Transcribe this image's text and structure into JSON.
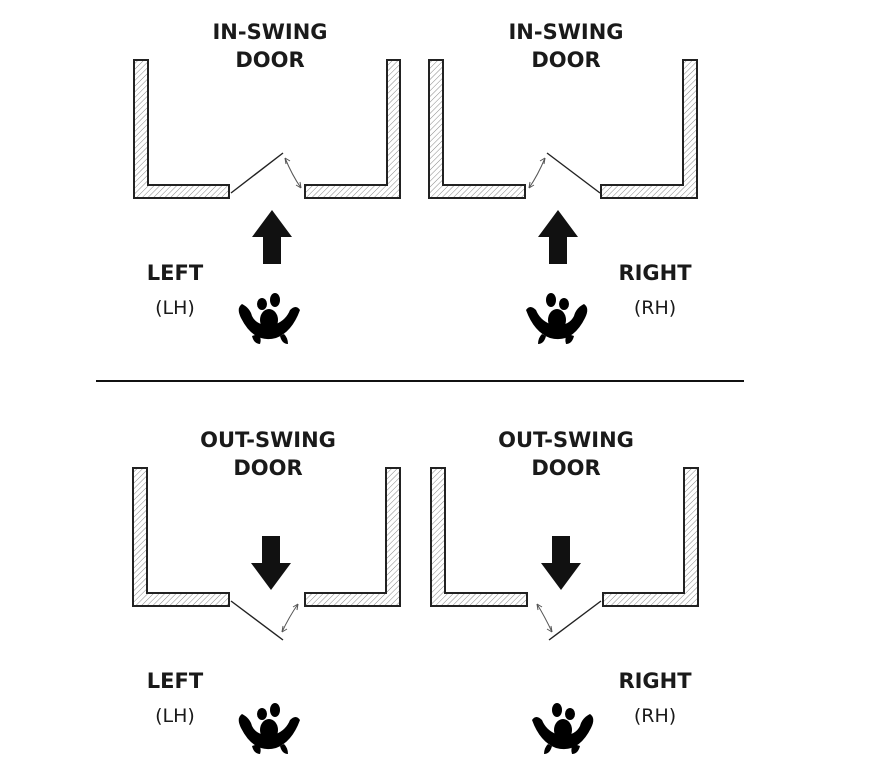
{
  "panels": {
    "in_left": {
      "title_line1": "IN-SWING",
      "title_line2": "DOOR",
      "side": "LEFT",
      "abbr": "(LH)"
    },
    "in_right": {
      "title_line1": "IN-SWING",
      "title_line2": "DOOR",
      "side": "RIGHT",
      "abbr": "(RH)"
    },
    "out_left": {
      "title_line1": "OUT-SWING",
      "title_line2": "DOOR",
      "side": "LEFT",
      "abbr": "(LH)"
    },
    "out_right": {
      "title_line1": "OUT-SWING",
      "title_line2": "DOOR",
      "side": "RIGHT",
      "abbr": "(RH)"
    }
  },
  "colors": {
    "ink": "#111111",
    "hatch": "#888888",
    "background": "#ffffff"
  }
}
